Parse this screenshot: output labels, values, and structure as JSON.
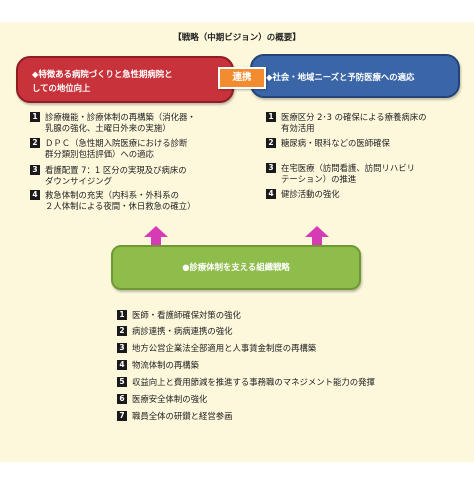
{
  "title": "【戦略（中期ビジョン）の概要】",
  "left_box": {
    "lines": [
      "◆特徴ある病院づくりと急性期病院と",
      "しての地位向上"
    ]
  },
  "right_box": {
    "text": "◆社会・地域ニーズと予防医療への適応"
  },
  "link_label": "連携",
  "left_items": [
    {
      "num": "1",
      "text": "診療機能・診療体制の再構築（消化器・\n乳腺の強化、土曜日外来の実施）"
    },
    {
      "num": "2",
      "text": "ＤＰＣ（急性期入院医療における診断\n群分類別包括評価）への適応"
    },
    {
      "num": "3",
      "text": "看護配置 7：1 区分の実現及び病床の\nダウンサイジング"
    },
    {
      "num": "4",
      "text": "救急体制の充実（内科系・外科系の\n２人体制による夜間・休日救急の確立）"
    }
  ],
  "right_items": [
    {
      "num": "1",
      "text": "医療区分 2･3 の確保による療養病床の\n有効活用"
    },
    {
      "num": "2",
      "text": "糖尿病・眼科などの医師確保"
    },
    {
      "num": "3",
      "text": "在宅医療（訪問看護、訪問リハビリ\nテーション）の推進"
    },
    {
      "num": "4",
      "text": "健診活動の強化"
    }
  ],
  "center_box": {
    "text": "●診療体制を支える組織戦略"
  },
  "bottom_items": [
    {
      "num": "1",
      "text": "医師・看護師確保対策の強化"
    },
    {
      "num": "2",
      "text": "病診連携・病病連携の強化"
    },
    {
      "num": "3",
      "text": "地方公営企業法全部適用と人事賃金制度の再構築"
    },
    {
      "num": "4",
      "text": "物流体制の再構築"
    },
    {
      "num": "5",
      "text": "収益向上と費用節減を推進する事務職のマネジメント能力の発揮"
    },
    {
      "num": "6",
      "text": "医療安全体制の強化"
    },
    {
      "num": "7",
      "text": "職員全体の研鑽と経営参画"
    }
  ],
  "colors": {
    "panel": "#fdf8dc",
    "red": "#c8323a",
    "blue": "#3a66a8",
    "orange": "#f28c2f",
    "green": "#8fbd4c",
    "arrow": "#d63bb5"
  }
}
